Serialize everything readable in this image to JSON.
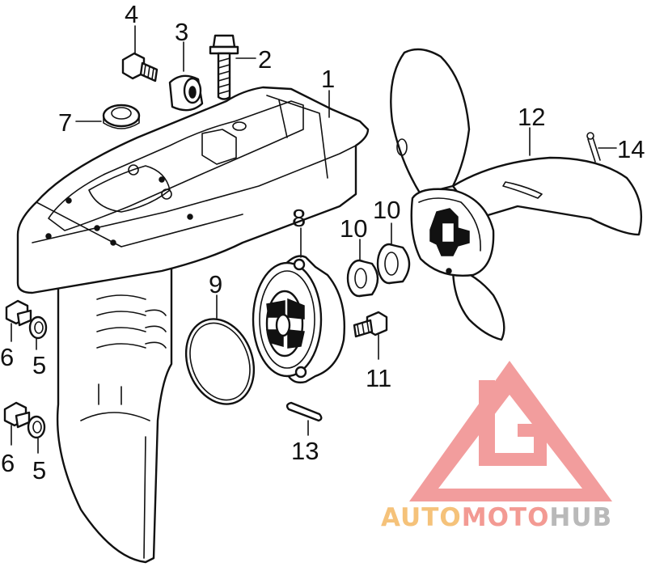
{
  "callouts": {
    "c1": "1",
    "c2": "2",
    "c3": "3",
    "c4": "4",
    "c5a": "5",
    "c5b": "5",
    "c6a": "6",
    "c6b": "6",
    "c7": "7",
    "c8": "8",
    "c9": "9",
    "c10a": "10",
    "c10b": "10",
    "c11": "11",
    "c12": "12",
    "c13": "13",
    "c14": "14"
  },
  "watermark": {
    "part1": "AUTO",
    "part2": "MOTO",
    "part3": "HUB",
    "color_auto": "#f5c27a",
    "color_moto": "#f39a93",
    "color_hub": "#b9b9b9",
    "logo_color": "#f08c8c"
  }
}
